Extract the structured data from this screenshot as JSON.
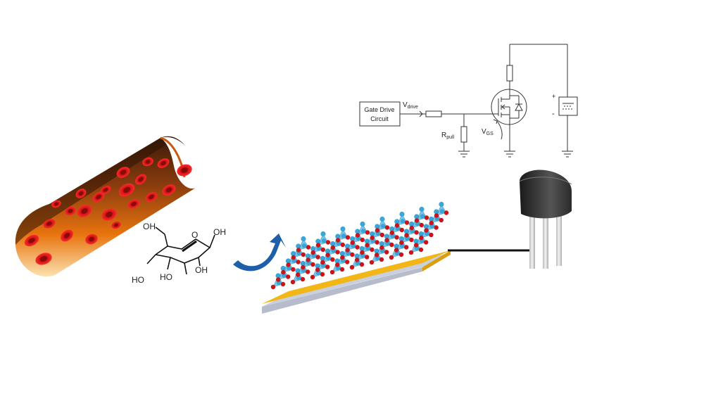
{
  "circuit": {
    "gate_drive_label_line1": "Gate Drive",
    "gate_drive_label_line2": "Circuit",
    "vdrive_main": "V",
    "vdrive_sub": "drive",
    "rpull_main": "R",
    "rpull_sub": "pull",
    "vgs_main": "V",
    "vgs_sub": "GS",
    "battery_plus": "+",
    "battery_minus": "-"
  },
  "glucose": {
    "oh_top_left": "OH",
    "oh_right": "OH",
    "ring_oxygen": "O",
    "oh_mid": "OH",
    "ho_bottom": "HO",
    "ho_lower": "HO"
  },
  "colors": {
    "vessel_outer": "#e8740e",
    "vessel_inner": "#7a3a12",
    "blood_cell": "#d41414",
    "substrate_gold": "#f2b616",
    "substrate_base": "#c9cfdd",
    "atom_blue": "#3aa6d8",
    "atom_red": "#c8141a",
    "arrow_blue": "#1f5ea8",
    "transistor_body": "#2b2b2b",
    "transistor_leg": "#d8d8d8"
  }
}
